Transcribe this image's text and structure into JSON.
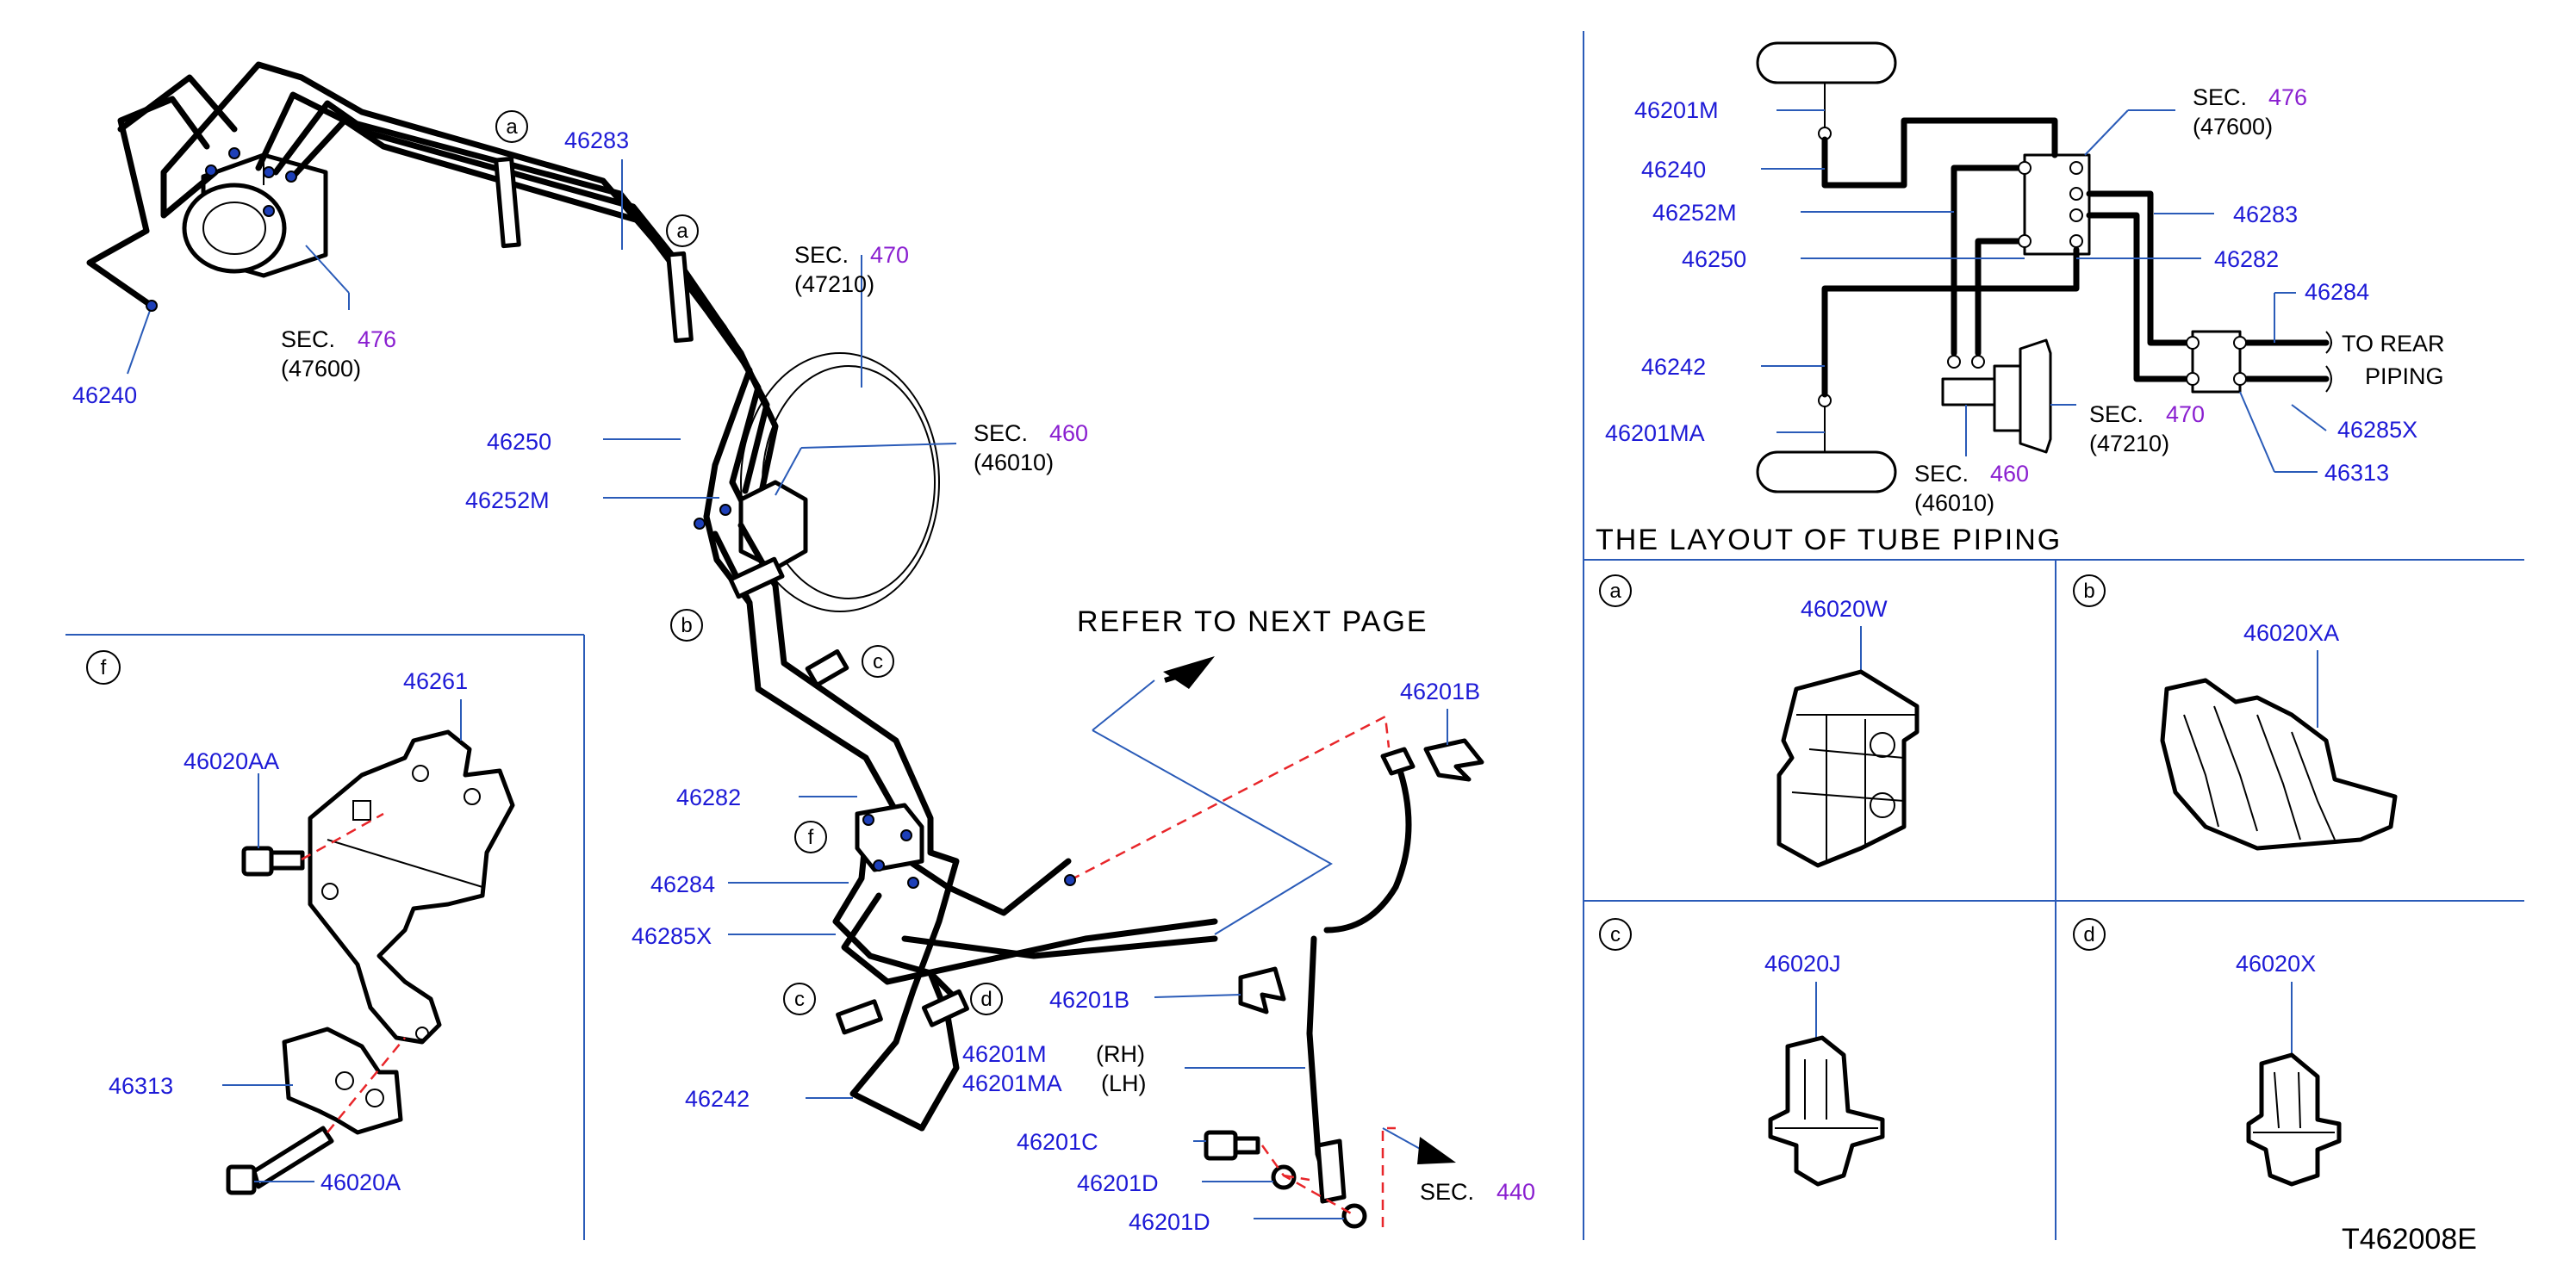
{
  "main": {
    "callouts": {
      "c46240": "46240",
      "c46283": "46283",
      "c46250": "46250",
      "c46252M": "46252M",
      "c46282": "46282",
      "c46284": "46284",
      "c46285X": "46285X",
      "c46201B_left": "46201B",
      "c46201B_top": "46201B",
      "c46201M": "46201M",
      "c46201MA": "46201MA",
      "c46242": "46242",
      "c46201C": "46201C",
      "c46201D_1": "46201D",
      "c46201D_2": "46201D"
    },
    "rh": "(RH)",
    "lh": "(LH)",
    "refer": "REFER  TO  NEXT  PAGE",
    "sec_word": "SEC.",
    "sec476": {
      "num": "476",
      "ref": "(47600)"
    },
    "sec470": {
      "num": "470",
      "ref": "(47210)"
    },
    "sec460": {
      "num": "460",
      "ref": "(46010)"
    },
    "sec440": {
      "num": "440"
    },
    "letters": {
      "a1": "a",
      "a2": "a",
      "b": "b",
      "c1": "c",
      "c2": "c",
      "d": "d",
      "f": "f"
    }
  },
  "panel_f": {
    "letter": "f",
    "callouts": {
      "c46261": "46261",
      "c46020AA": "46020AA",
      "c46313": "46313",
      "c46020A": "46020A"
    }
  },
  "layout": {
    "title": "THE  LAYOUT  OF  TUBE  PIPING",
    "left_labels": {
      "c46201M": "46201M",
      "c46240": "46240",
      "c46252M": "46252M",
      "c46250": "46250",
      "c46242": "46242",
      "c46201MA": "46201MA"
    },
    "right_labels": {
      "c46283": "46283",
      "c46282": "46282",
      "c46284": "46284",
      "c46285X": "46285X",
      "c46313": "46313"
    },
    "sec476": {
      "word": "SEC.",
      "num": "476",
      "ref": "(47600)"
    },
    "sec470": {
      "word": "SEC.",
      "num": "470",
      "ref": "(47210)"
    },
    "sec460": {
      "word": "SEC.",
      "num": "460",
      "ref": "(46010)"
    },
    "to_rear": {
      "line1": "TO   REAR",
      "line2": "PIPING"
    }
  },
  "clips": {
    "a": {
      "letter": "a",
      "part": "46020W"
    },
    "b": {
      "letter": "b",
      "part": "46020XA"
    },
    "c": {
      "letter": "c",
      "part": "46020J"
    },
    "d": {
      "letter": "d",
      "part": "46020X"
    }
  },
  "diagram_code": "T462008E",
  "colors": {
    "part_number": "#1d1ad6",
    "section_number": "#8a1fd0",
    "leader": "#2a5bb8",
    "dashed": "#e8262a"
  }
}
